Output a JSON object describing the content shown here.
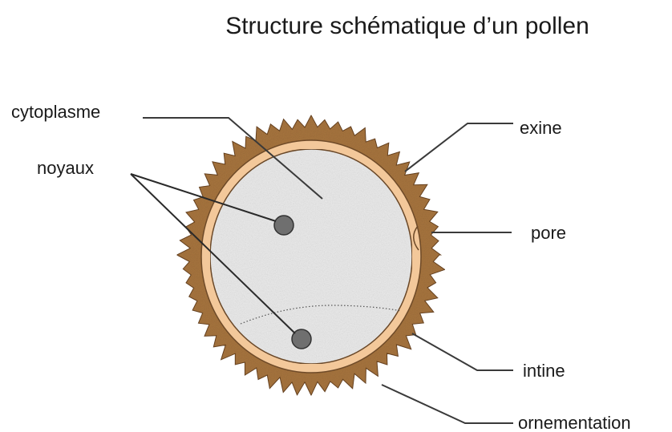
{
  "title": "Structure schématique d’un pollen",
  "labels": {
    "cytoplasme": "cytoplasme",
    "noyaux": "noyaux",
    "exine": "exine",
    "pore": "pore",
    "intine": "intine",
    "ornementation": "ornementation"
  },
  "colors": {
    "exine": "#a9763f",
    "exine_spikes": "#9c6a36",
    "intine": "#f3c89a",
    "intine_stroke": "#6e4a28",
    "cytoplasm": "#ebebeb",
    "nucleus": "#6f6f6f",
    "leader_line": "#3a3a3a"
  }
}
